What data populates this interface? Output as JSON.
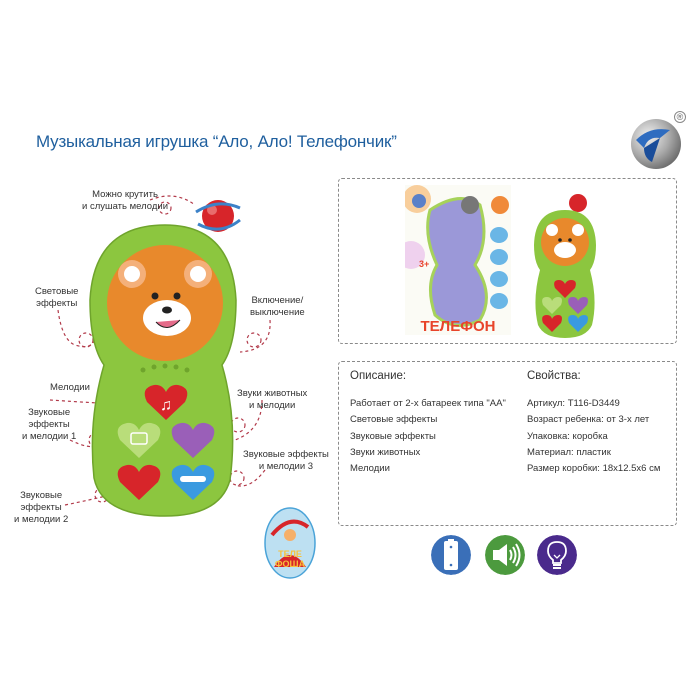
{
  "title": "Музыкальная игрушка “Ало, Ало! Телефончик”",
  "brand": {
    "logo_icon": "brand-globe-logo",
    "registered_mark": "®"
  },
  "callouts": {
    "rotate": [
      "Можно крутить",
      "и слушать мелодии"
    ],
    "lights": [
      "Световые",
      "эффекты"
    ],
    "power": [
      "Включение/",
      "выключение"
    ],
    "melodies": [
      "Мелодии"
    ],
    "sound1": [
      "Звуковые",
      "эффекты",
      "и мелодии 1"
    ],
    "animals": [
      "Звуки животных",
      "и мелодии"
    ],
    "sound3": [
      "Звуковые эффекты",
      "и мелодии 3"
    ],
    "sound2": [
      "Звуковые",
      "эффекты",
      "и мелодии 2"
    ]
  },
  "package": {
    "box_title": "ТЕЛЕФОН",
    "age_badge": "3+"
  },
  "sticker": {
    "line1": "ТЕЛЕ",
    "line2": "ФОША"
  },
  "description": {
    "heading": "Описание:",
    "items": [
      "Работает от 2-х батареек типа \"АА\"",
      "Световые эффекты",
      "Звуковые эффекты",
      "Звуки животных",
      "Мелодии"
    ]
  },
  "properties": {
    "heading": "Свойства:",
    "items": [
      "Артикул: Т116-D3449",
      "Возраст ребенка: от 3-х лет",
      "Упаковка: коробка",
      "Материал: пластик",
      "Размер коробки: 18x12.5x6 см"
    ]
  },
  "features": [
    {
      "icon": "battery-icon",
      "color": "#3a6fb8"
    },
    {
      "icon": "speaker-icon",
      "color": "#4c9a3e"
    },
    {
      "icon": "lightbulb-icon",
      "color": "#4a2a8c"
    }
  ],
  "colors": {
    "title": "#1f5f9e",
    "phone_green": "#8cc63f",
    "bear_orange": "#e8892c"
  }
}
